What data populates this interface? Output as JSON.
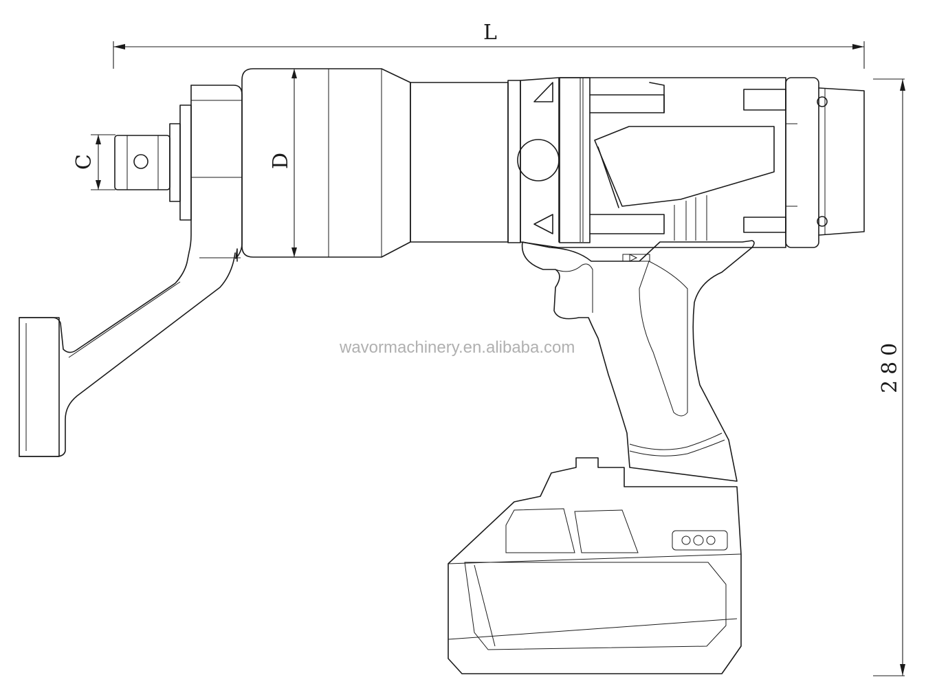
{
  "dimensions": {
    "length_label": "L",
    "head_diameter_label": "D",
    "square_drive_label": "C",
    "height_value": "280"
  },
  "watermark": "wavormachinery.en.alibaba.com",
  "colors": {
    "line": "#1a1a1a",
    "watermark": "#b0b0b0",
    "background": "#ffffff"
  }
}
